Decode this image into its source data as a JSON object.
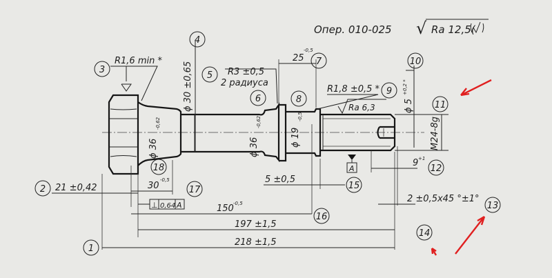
{
  "header": {
    "operation": "Опер. 010-025",
    "roughness": "Ra 12,5(",
    "roughness_symbol": "√"
  },
  "balloons": [
    "1",
    "2",
    "3",
    "4",
    "5",
    "6",
    "7",
    "8",
    "9",
    "10",
    "11",
    "12",
    "13",
    "14",
    "15",
    "16",
    "17",
    "18"
  ],
  "labels": {
    "r16": "R1,6 min *",
    "d30": "ϕ 30 ±0,65",
    "r3": "R3 ±0,5",
    "r3b": "2 радиуса",
    "d36a": "ϕ 36",
    "d36a_tol": "-0,62",
    "d36b": "ϕ 36",
    "d36b_tol": "-0,62",
    "len25": "25",
    "len25_tol": "-0,5",
    "d19": "ϕ 19",
    "d19_tol": "-0,5",
    "r18": "R1,8 ±0,5 *",
    "ra63": "Ra 6,3",
    "d5": "ϕ 5",
    "d5_tol": "+0,2 *",
    "thread": "M24-8g",
    "a9": "9",
    "a9_tol": "+1",
    "datum_a": "A",
    "len5": "5 ±0,5",
    "chamfer": "2 ±0,5x45 °±1°",
    "len21": "21 ±0,42",
    "len30": "30",
    "len30_tol": "-0,5",
    "perp_tol": "0,64",
    "perp_ref": "A",
    "perp_symbol": "⊥",
    "len150": "150",
    "len150_tol": "-0,5",
    "len197": "197 ±1,5",
    "len218": "218 ±1,5"
  },
  "colors": {
    "paper": "#e9e9e6",
    "ink": "#1d1d1d",
    "annotation_arrow": "#e02020"
  }
}
